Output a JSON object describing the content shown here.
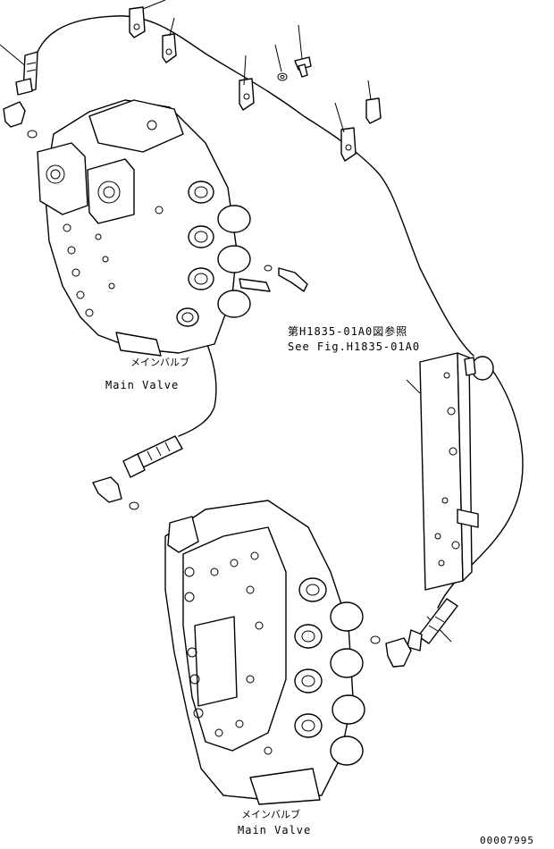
{
  "labels": {
    "upper_valve_jp": "メインバルブ",
    "upper_valve_en": "Main Valve",
    "lower_valve_jp": "メインバルブ",
    "lower_valve_en": "Main Valve",
    "ref_jp": "第H1835-01A0図参照",
    "ref_en": "See Fig.H1835-01A0",
    "drawing_number": "00007995"
  }
}
